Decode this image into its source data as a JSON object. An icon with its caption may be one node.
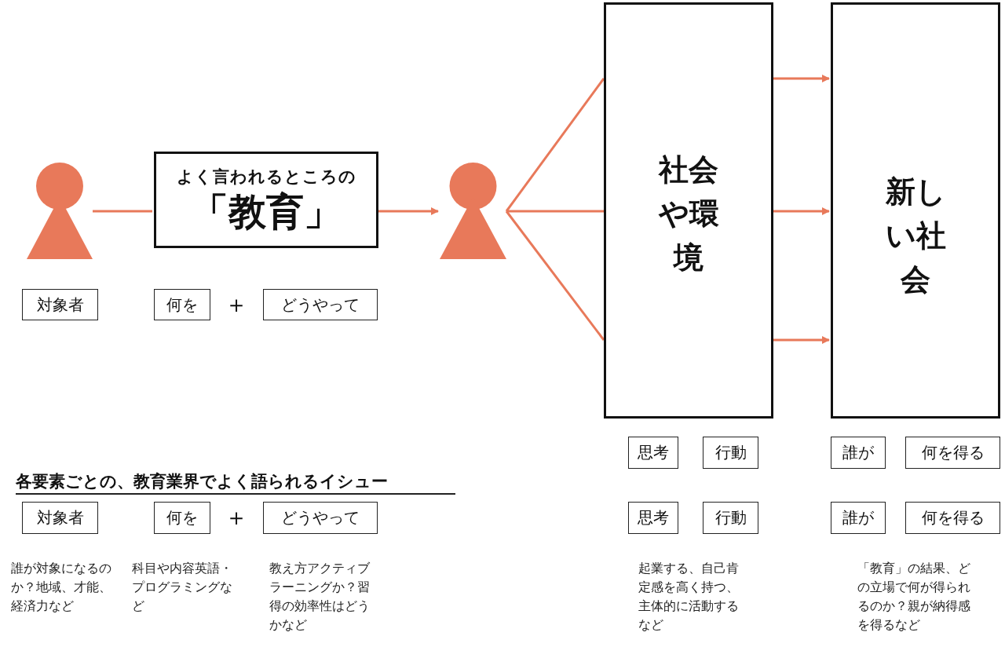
{
  "diagram": {
    "nodes": [
      {
        "text": [],
        "shape": "person"
      },
      {
        "text": [
          "よく言われるところの",
          "「教育」"
        ]
      },
      {
        "text": [],
        "shape": "person"
      },
      {
        "text": [
          "社会や環境"
        ]
      },
      {
        "text": [
          "新しい社会"
        ]
      },
      {
        "text": [
          "対象者"
        ]
      },
      {
        "text": [
          "何を"
        ]
      },
      {
        "text": [
          "どうやって"
        ]
      },
      {
        "text": [
          "思考"
        ]
      },
      {
        "text": [
          "行動"
        ]
      },
      {
        "text": [
          "誰が"
        ]
      },
      {
        "text": [
          "何を得る"
        ]
      },
      {
        "text": [
          "対象者"
        ]
      },
      {
        "text": [
          "何を"
        ]
      },
      {
        "text": [
          "どうやって"
        ]
      },
      {
        "text": [
          "思考"
        ]
      },
      {
        "text": [
          "行動"
        ]
      },
      {
        "text": [
          "誰が"
        ]
      },
      {
        "text": [
          "何を得る"
        ]
      }
    ],
    "edges": [
      {
        "from": 0,
        "to": 1,
        "arrow": "none"
      },
      {
        "from": 1,
        "to": 2,
        "arrow": "to"
      },
      {
        "from": 2,
        "to": 3,
        "arrow": "none"
      },
      {
        "from": 2,
        "to": 3,
        "arrow": "none"
      },
      {
        "from": 2,
        "to": 3,
        "arrow": "none"
      },
      {
        "from": 3,
        "to": 4,
        "arrow": "to"
      },
      {
        "from": 3,
        "to": 4,
        "arrow": "to"
      },
      {
        "from": 3,
        "to": 4,
        "arrow": "to"
      }
    ],
    "labels": [
      "＋",
      "各要素ごとの、教育業界でよく語られるイシュー",
      "＋",
      "誰が対象になるのか？地域、才能、経済力など",
      "科目や内容英語・プログラミングなど",
      "教え方アクティブラーニングか？習得の効率性はどうかなど",
      "起業する、自己肯定感を高く持つ、主体的に活動するなど",
      "「教育」の結果、どの立場で何が得られるのか？親が納得感を得るなど"
    ]
  }
}
